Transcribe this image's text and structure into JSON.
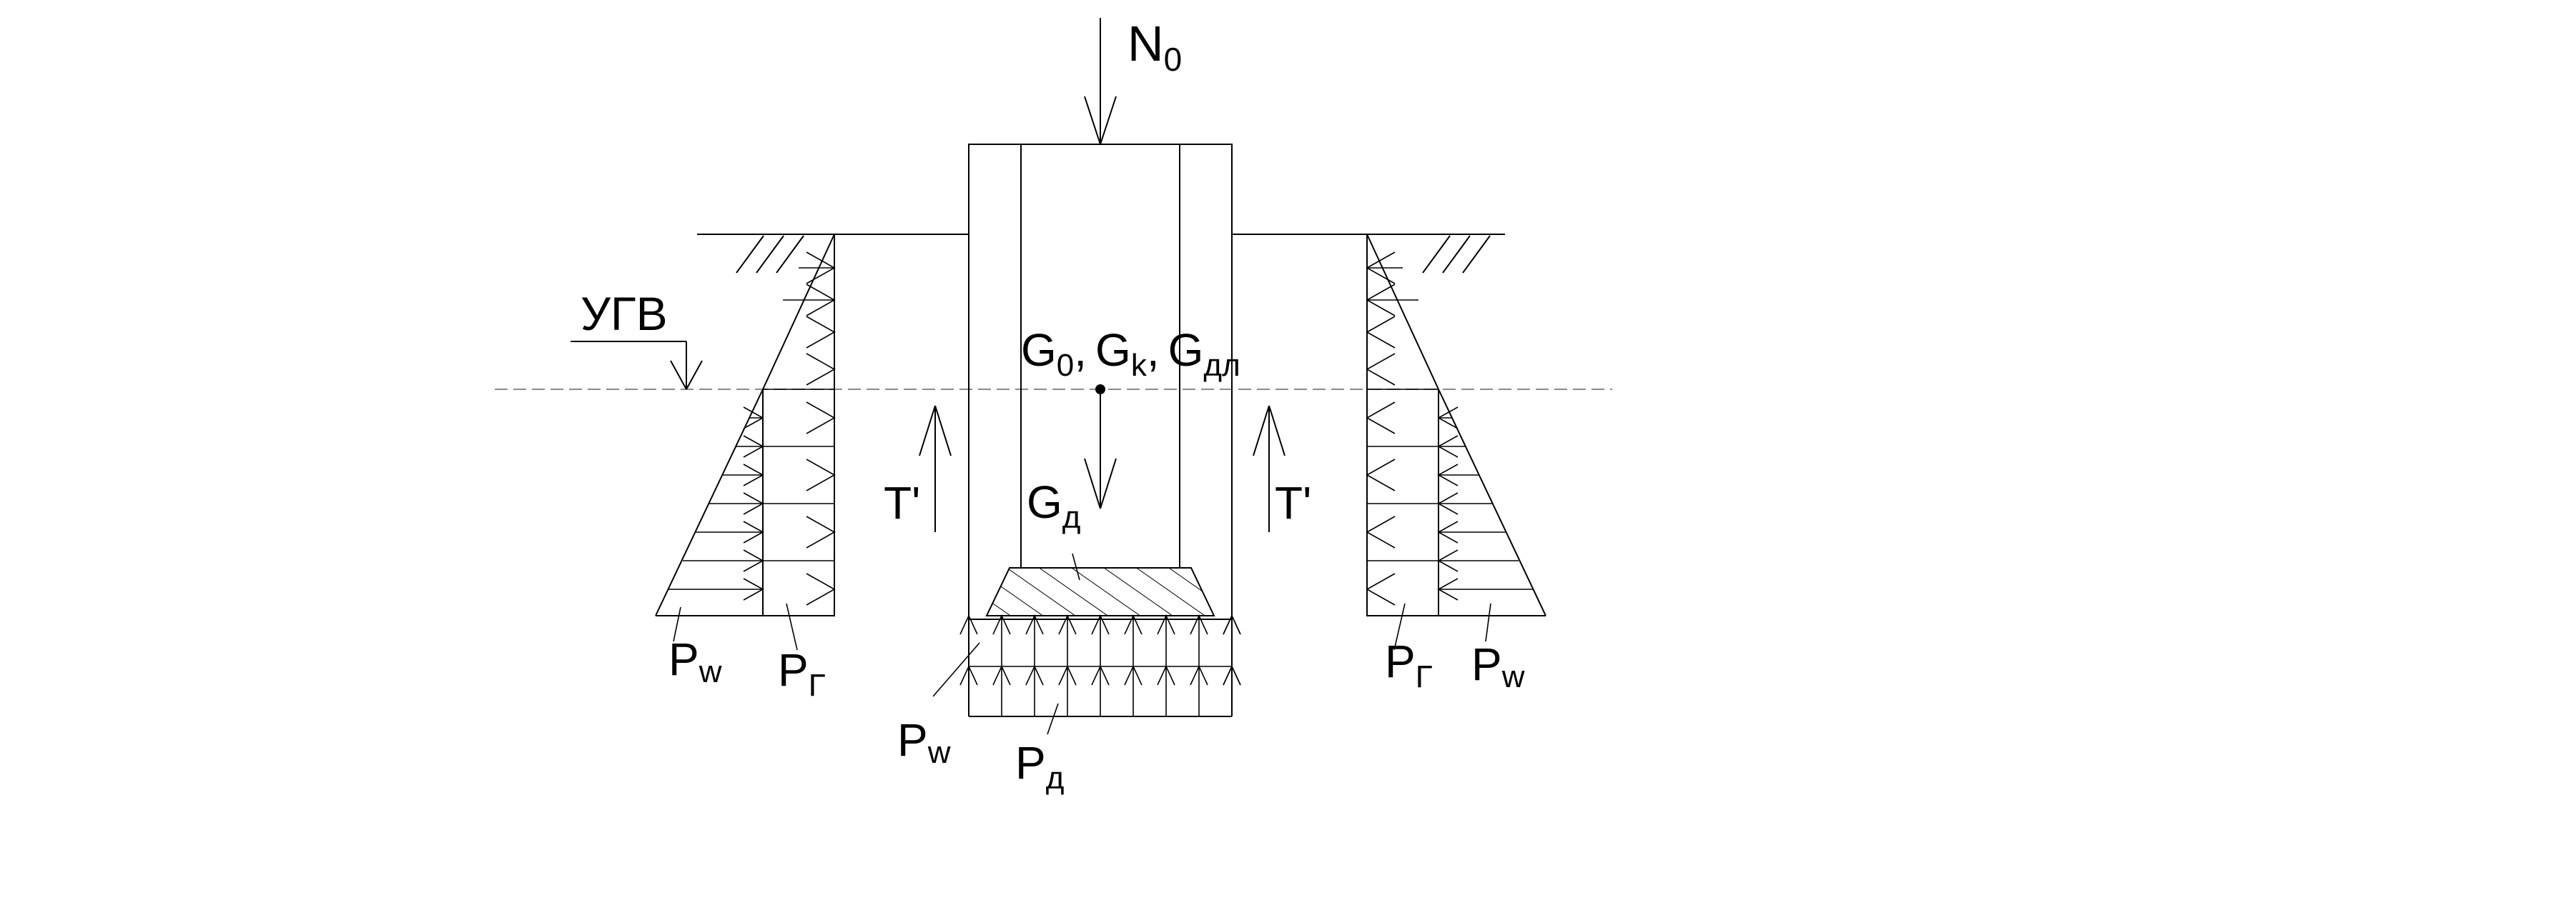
{
  "diagram": {
    "labels": {
      "n0": {
        "main": "N",
        "sub": "0"
      },
      "ugv": "УГВ",
      "g_top": {
        "g0_main": "G",
        "g0_sub": "0",
        "comma1": ",",
        "gk_main": "G",
        "gk_sub": "k",
        "comma2": ",",
        "gdl_main": "G",
        "gdl_sub": "дл"
      },
      "gd": {
        "main": "G",
        "sub": "д"
      },
      "t_left": "T'",
      "t_right": "T'",
      "pw_left": {
        "main": "P",
        "sub": "w"
      },
      "pg_left": {
        "main": "P",
        "sub": "Г"
      },
      "pw_bottom": {
        "main": "P",
        "sub": "w"
      },
      "pd_bottom": {
        "main": "P",
        "sub": "д"
      },
      "pg_right": {
        "main": "P",
        "sub": "Г"
      },
      "pw_right": {
        "main": "P",
        "sub": "w"
      }
    },
    "colors": {
      "line": "#000000",
      "water_level_line": "#8a8a8a",
      "background": "#ffffff"
    }
  }
}
